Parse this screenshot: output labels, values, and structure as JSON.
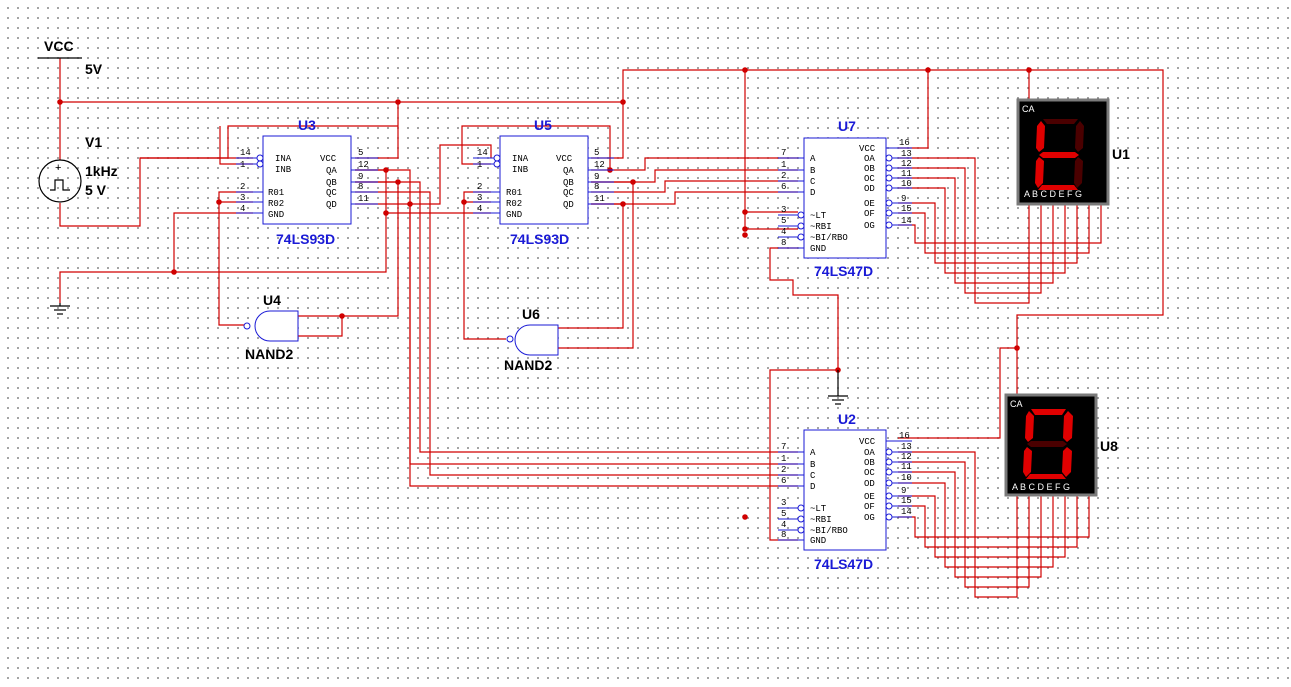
{
  "vcc": {
    "label": "VCC",
    "value": "5V"
  },
  "source": {
    "ref": "V1",
    "freq": "1kHz",
    "amp": "5 V"
  },
  "counters": [
    {
      "ref": "U3",
      "type": "74LS93D"
    },
    {
      "ref": "U5",
      "type": "74LS93D"
    }
  ],
  "decoders": [
    {
      "ref": "U7",
      "type": "74LS47D"
    },
    {
      "ref": "U2",
      "type": "74LS47D"
    }
  ],
  "gates": [
    {
      "ref": "U4",
      "type": "NAND2"
    },
    {
      "ref": "U6",
      "type": "NAND2"
    }
  ],
  "displays": [
    {
      "ref": "U1",
      "tag": "CA",
      "segments": "A B C D E F G",
      "shown": "t"
    },
    {
      "ref": "U8",
      "tag": "CA",
      "segments": "A B C D E F G",
      "shown": "0"
    }
  ],
  "counter_pins": {
    "left_nums": [
      "14",
      "1",
      "2",
      "3",
      "4"
    ],
    "left_labels": [
      "INA",
      "INB",
      "R01",
      "R02",
      "GND"
    ],
    "right_labels": [
      "VCC",
      "QA",
      "QB",
      "QC",
      "QD"
    ],
    "right_nums": [
      "5",
      "12",
      "9",
      "8",
      "11"
    ]
  },
  "decoder_pins": {
    "left_nums": [
      "7",
      "1",
      "2",
      "6",
      "3",
      "5",
      "4",
      "8"
    ],
    "left_labels": [
      "A",
      "B",
      "C",
      "D",
      "~LT",
      "~RBI",
      "~BI/RBO",
      "GND"
    ],
    "right_labels": [
      "VCC",
      "OA",
      "OB",
      "OC",
      "OD",
      "OE",
      "OF",
      "OG"
    ],
    "right_nums": [
      "16",
      "13",
      "12",
      "11",
      "10",
      "9",
      "15",
      "14"
    ]
  },
  "colors": {
    "wire": "#d00000",
    "component": "#1a1ad6",
    "segment_on": "#e00000",
    "segment_off": "#4a0000"
  }
}
